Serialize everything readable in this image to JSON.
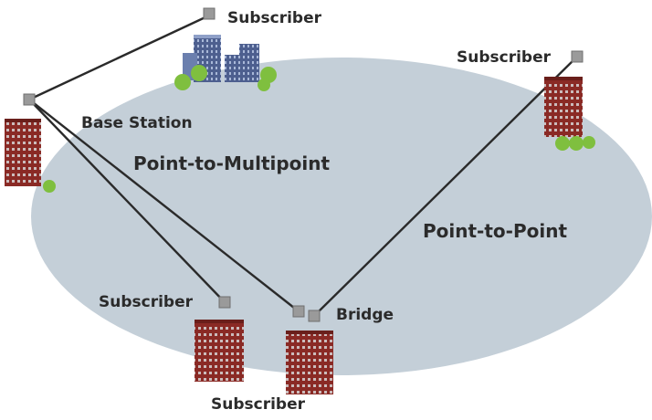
{
  "labels": {
    "subscriber_top": "Subscriber",
    "subscriber_right": "Subscriber",
    "base_station": "Base Station",
    "point_to_multipoint": "Point-to-Multipoint",
    "point_to_point": "Point-to-Point",
    "subscriber_bottom_left": "Subscriber",
    "bridge": "Bridge",
    "subscriber_bottom": "Subscriber"
  },
  "colors": {
    "coverage_area": "#c4cfd8",
    "link_line": "#2a2a2a",
    "node": "#9a9a9a",
    "brick": "#8a2a25",
    "brick_window": "#d6d6d6",
    "glass_tower": "#5a6e9c",
    "tree": "#7fbf3f"
  }
}
